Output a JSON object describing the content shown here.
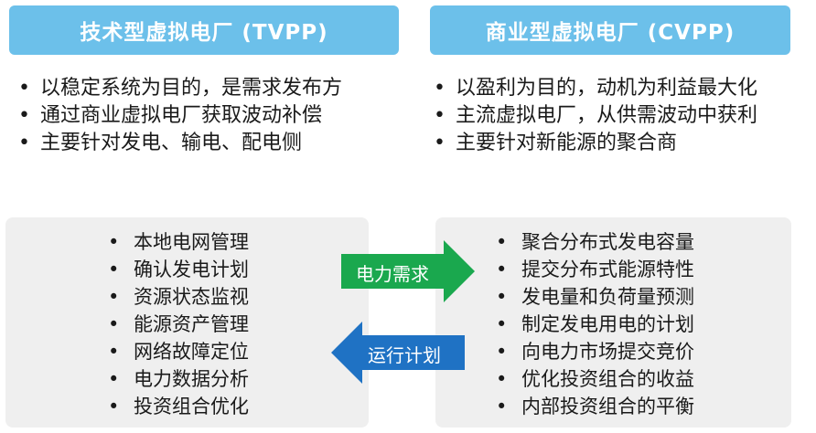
{
  "left_header": {
    "title": "技术型虚拟电厂 (TVPP)"
  },
  "right_header": {
    "title": "商业型虚拟电厂 (CVPP)"
  },
  "left_bullets": [
    "以稳定系统为目的，是需求发布方",
    "通过商业虚拟电厂获取波动补偿",
    "主要针对发电、输电、配电侧"
  ],
  "right_bullets": [
    "以盈利为目的，动机为利益最大化",
    "主流虚拟电厂，从供需波动中获利",
    "主要针对新能源的聚合商"
  ],
  "left_panel": [
    "本地电网管理",
    "确认发电计划",
    "资源状态监视",
    "能源资产管理",
    "网络故障定位",
    "电力数据分析",
    "投资组合优化"
  ],
  "right_panel": [
    "聚合分布式发电容量",
    "提交分布式能源特性",
    "发电量和负荷量预测",
    "制定发电用电的计划",
    "向电力市场提交竞价",
    "优化投资组合的收益",
    "内部投资组合的平衡"
  ],
  "arrows": {
    "demand": {
      "label": "电力需求",
      "color": "#1aa84e",
      "direction": "right"
    },
    "plan": {
      "label": "运行计划",
      "color": "#1f72c4",
      "direction": "left"
    }
  }
}
